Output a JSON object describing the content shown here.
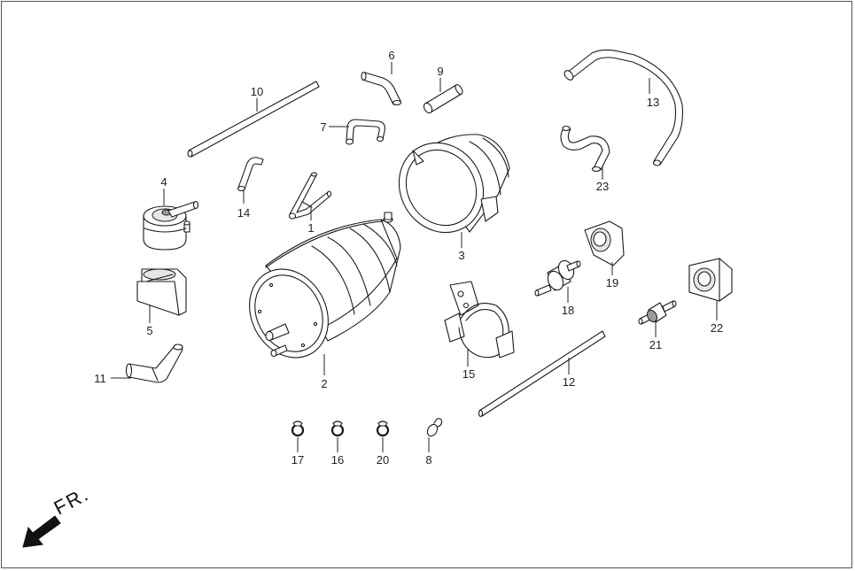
{
  "diagram": {
    "parts": [
      {
        "id": "part-1",
        "label": "1",
        "icon": "y-fitting-icon"
      },
      {
        "id": "part-2",
        "label": "2",
        "icon": "canister-icon"
      },
      {
        "id": "part-3",
        "label": "3",
        "icon": "canister-band-icon"
      },
      {
        "id": "part-4",
        "label": "4",
        "icon": "valve-icon"
      },
      {
        "id": "part-5",
        "label": "5",
        "icon": "mount-block-icon"
      },
      {
        "id": "part-6",
        "label": "6",
        "icon": "bent-hose-icon"
      },
      {
        "id": "part-7",
        "label": "7",
        "icon": "u-hose-icon"
      },
      {
        "id": "part-8",
        "label": "8",
        "icon": "clip-icon"
      },
      {
        "id": "part-9",
        "label": "9",
        "icon": "short-hose-icon"
      },
      {
        "id": "part-10",
        "label": "10",
        "icon": "long-tube-icon"
      },
      {
        "id": "part-11",
        "label": "11",
        "icon": "elbow-hose-icon"
      },
      {
        "id": "part-12",
        "label": "12",
        "icon": "long-tube-icon"
      },
      {
        "id": "part-13",
        "label": "13",
        "icon": "long-hose-icon"
      },
      {
        "id": "part-14",
        "label": "14",
        "icon": "bent-hose-icon"
      },
      {
        "id": "part-15",
        "label": "15",
        "icon": "bracket-clamp-icon"
      },
      {
        "id": "part-16",
        "label": "16",
        "icon": "hose-clamp-icon"
      },
      {
        "id": "part-17",
        "label": "17",
        "icon": "hose-clamp-icon"
      },
      {
        "id": "part-18",
        "label": "18",
        "icon": "filter-icon"
      },
      {
        "id": "part-19",
        "label": "19",
        "icon": "rubber-mount-icon"
      },
      {
        "id": "part-20",
        "label": "20",
        "icon": "hose-clamp-icon"
      },
      {
        "id": "part-21",
        "label": "21",
        "icon": "check-valve-icon"
      },
      {
        "id": "part-22",
        "label": "22",
        "icon": "rubber-mount-icon"
      },
      {
        "id": "part-23",
        "label": "23",
        "icon": "curved-hose-icon"
      }
    ],
    "direction_label": "FR.",
    "direction_icon": "front-arrow-icon"
  }
}
